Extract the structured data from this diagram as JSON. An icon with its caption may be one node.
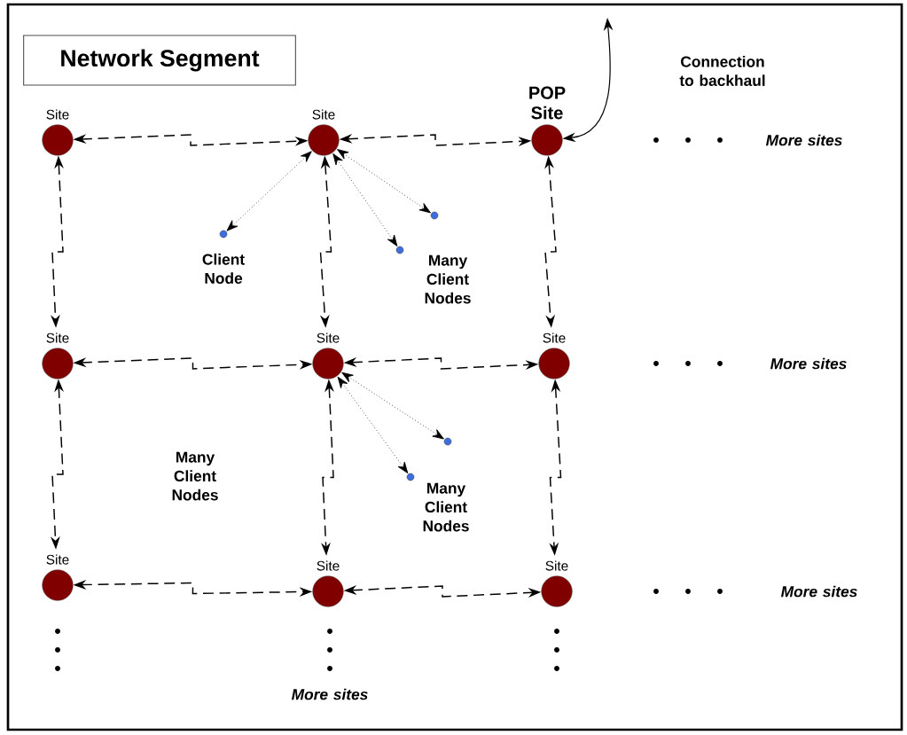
{
  "diagram": {
    "title": "Network Segment",
    "nodes": [
      {
        "text": [
          "Site"
        ]
      },
      {
        "text": [
          "Site"
        ]
      },
      {
        "text": [
          "POP Site"
        ]
      },
      {
        "text": [],
        "shape": "circle",
        "beside": [
          "Client Node"
        ]
      },
      {
        "text": [],
        "shape": "circle",
        "beside": [
          "Many Client Nodes"
        ]
      },
      {
        "text": [],
        "shape": "circle"
      },
      {
        "text": [
          "Site"
        ]
      },
      {
        "text": [
          "Site"
        ]
      },
      {
        "text": [
          "Site"
        ]
      },
      {
        "text": [],
        "shape": "circle"
      },
      {
        "text": [],
        "shape": "circle",
        "beside": [
          "Many Client Nodes"
        ]
      },
      {
        "text": [
          "Site"
        ]
      },
      {
        "text": [
          "Site"
        ]
      },
      {
        "text": [
          "Site"
        ]
      }
    ],
    "edges": [
      {
        "from": 0,
        "to": 1,
        "arrow": "both",
        "style": "dashed"
      },
      {
        "from": 1,
        "to": 2,
        "arrow": "both",
        "style": "dashed"
      },
      {
        "from": 2,
        "to": null,
        "arrow": "both",
        "label": "Connection to backhaul"
      },
      {
        "from": 1,
        "to": 3,
        "arrow": "both",
        "style": "dashed"
      },
      {
        "from": 1,
        "to": 4,
        "arrow": "both",
        "style": "dashed"
      },
      {
        "from": 1,
        "to": 5,
        "arrow": "both",
        "style": "dashed"
      },
      {
        "from": 0,
        "to": 6,
        "arrow": "both",
        "style": "dashed"
      },
      {
        "from": 1,
        "to": 7,
        "arrow": "both",
        "style": "dashed"
      },
      {
        "from": 2,
        "to": 8,
        "arrow": "both",
        "style": "dashed"
      },
      {
        "from": 6,
        "to": 7,
        "arrow": "both",
        "style": "dashed"
      },
      {
        "from": 7,
        "to": 8,
        "arrow": "both",
        "style": "dashed"
      },
      {
        "from": 7,
        "to": 9,
        "arrow": "both",
        "style": "dashed"
      },
      {
        "from": 7,
        "to": 10,
        "arrow": "both",
        "style": "dashed"
      },
      {
        "from": 6,
        "to": 11,
        "arrow": "both",
        "style": "dashed"
      },
      {
        "from": 7,
        "to": 12,
        "arrow": "both",
        "style": "dashed"
      },
      {
        "from": 8,
        "to": 13,
        "arrow": "both",
        "style": "dashed"
      },
      {
        "from": 11,
        "to": 12,
        "arrow": "both",
        "style": "dashed"
      },
      {
        "from": 12,
        "to": 13,
        "arrow": "both",
        "style": "dashed"
      }
    ],
    "labels": [
      "More sites",
      "More sites",
      "Many Client Nodes",
      "More sites",
      "More sites"
    ]
  }
}
